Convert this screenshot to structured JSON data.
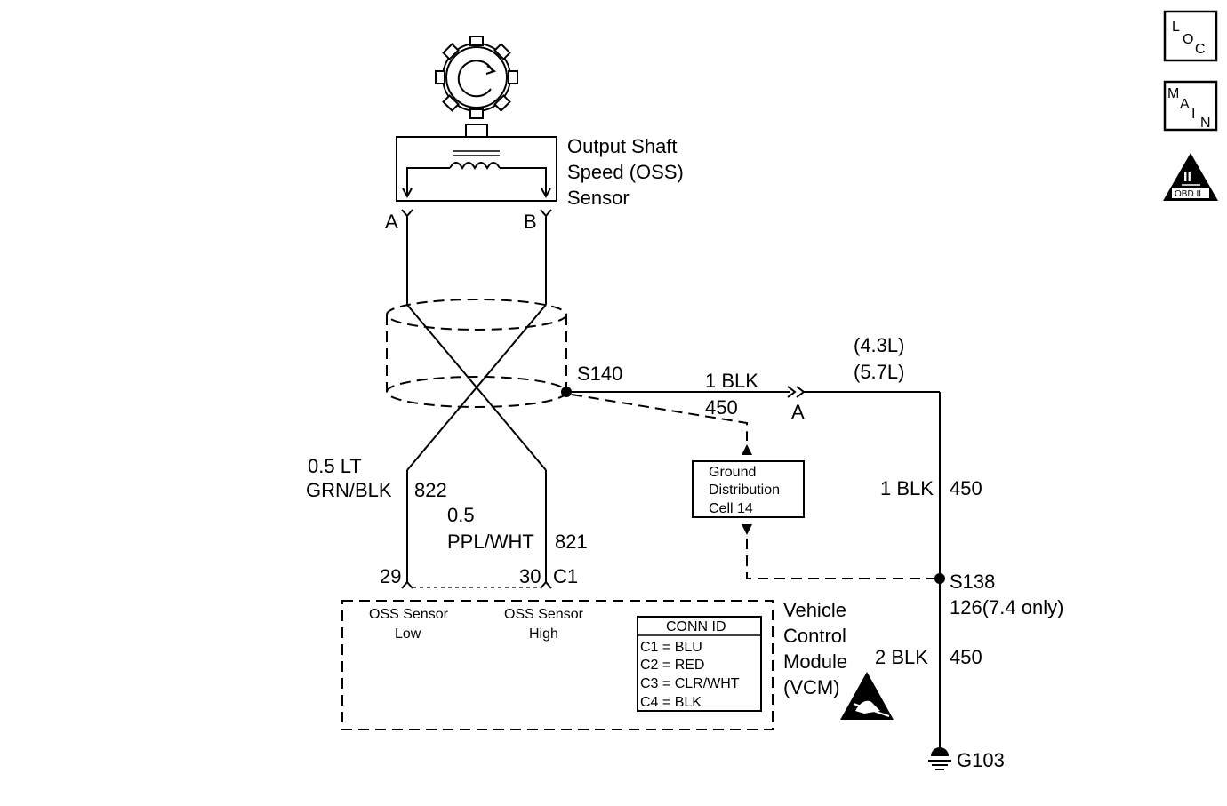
{
  "sensor": {
    "name_line1": "Output Shaft",
    "name_line2": "Speed (OSS)",
    "name_line3": "Sensor",
    "pin_a": "A",
    "pin_b": "B"
  },
  "splices": {
    "s140": "S140",
    "s138": "S138",
    "s138_note": "126(7.4 only)"
  },
  "wires": {
    "w1_gauge_color": "1 BLK",
    "w1_circuit": "450",
    "connector_a": "A",
    "engine_43": "(4.3L)",
    "engine_57": "(5.7L)",
    "vertical_gauge_color": "1 BLK",
    "vertical_circuit": "450",
    "lower_gauge_color": "2 BLK",
    "lower_circuit": "450",
    "low_line1": "0.5 LT",
    "low_line2": "GRN/BLK",
    "low_circuit": "822",
    "high_line1": "0.5",
    "high_line2": "PPL/WHT",
    "high_circuit": "821"
  },
  "ground_distribution": {
    "line1": "Ground",
    "line2": "Distribution",
    "line3": "Cell 14"
  },
  "ground": {
    "label": "G103"
  },
  "vcm": {
    "pin_29": "29",
    "pin_30": "30",
    "connector": "C1",
    "low_line1": "OSS Sensor",
    "low_line2": "Low",
    "high_line1": "OSS Sensor",
    "high_line2": "High",
    "name_line1": "Vehicle",
    "name_line2": "Control",
    "name_line3": "Module",
    "name_line4": "(VCM)",
    "conn_id": {
      "title": "CONN ID",
      "rows": [
        "C1 = BLU",
        "C2 = RED",
        "C3 = CLR/WHT",
        "C4 = BLK"
      ]
    }
  },
  "side_icons": {
    "loc": [
      "L",
      "O",
      "C"
    ],
    "main": [
      "M",
      "A",
      "I",
      "N"
    ],
    "obd_numeral": "II",
    "obd_text": "OBD II"
  }
}
